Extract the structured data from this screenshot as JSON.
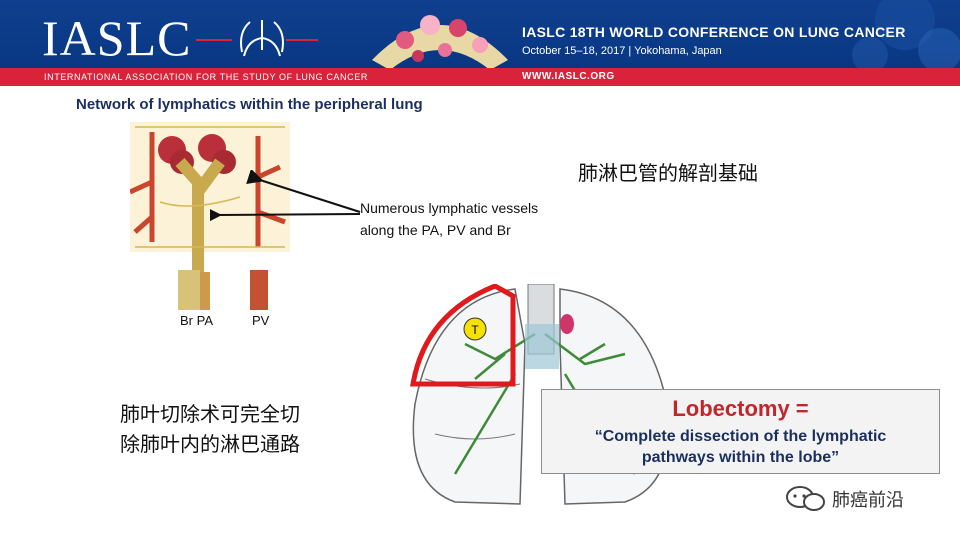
{
  "header": {
    "logo": "IASLC",
    "association": "INTERNATIONAL ASSOCIATION FOR THE STUDY OF LUNG CANCER",
    "conference_title": "IASLC 18TH WORLD CONFERENCE ON LUNG CANCER",
    "conference_date": "October 15–18, 2017 | Yokohama, Japan",
    "website": "WWW.IASLC.ORG"
  },
  "slide": {
    "title": "Network of lymphatics within the peripheral lung",
    "anatomy_note": "肺淋巴管的解剖基础",
    "vessel_label_line1": "Numerous lymphatic vessels",
    "vessel_label_line2": "along the PA, PV and Br",
    "label_br_pa": "Br PA",
    "label_pv": "PV",
    "tumor_label": "T",
    "lobe_note_line1": "肺叶切除术可完全切",
    "lobe_note_line2": "除肺叶内的淋巴通路",
    "lobectomy_title": "Lobectomy =",
    "lobectomy_sub_line1": "“Complete dissection of the lymphatic",
    "lobectomy_sub_line2": "pathways within the lobe”"
  },
  "watermark": {
    "text": "肺癌前沿",
    "icon": "wechat-icon"
  },
  "colors": {
    "header_blue": "#0a3a86",
    "header_red": "#d9233b",
    "title_navy": "#1a2f5f",
    "lobectomy_red": "#c0272d",
    "tumor_yellow": "#f5e200"
  }
}
